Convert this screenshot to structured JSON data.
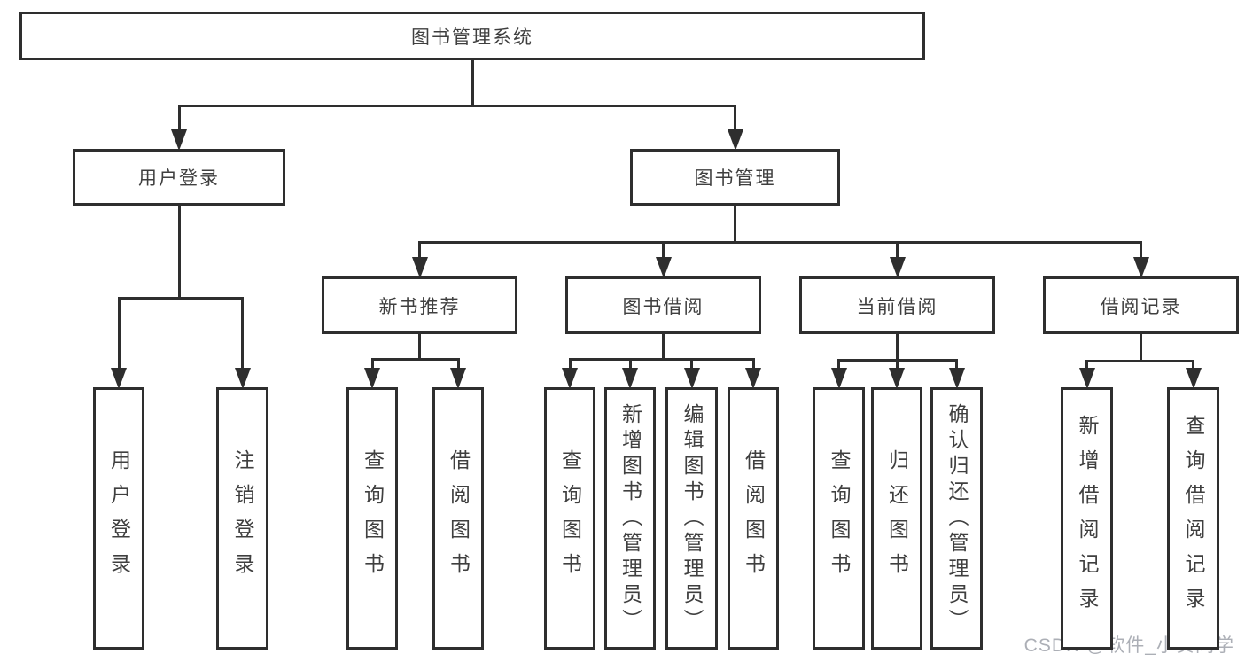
{
  "nodes": {
    "root": {
      "label": "图书管理系统"
    },
    "login": {
      "label": "用户登录"
    },
    "mgmt": {
      "label": "图书管理"
    },
    "nb": {
      "label": "新书推荐"
    },
    "bb": {
      "label": "图书借阅"
    },
    "cb": {
      "label": "当前借阅"
    },
    "bh": {
      "label": "借阅记录"
    },
    "user_login": {
      "label": "用户登录"
    },
    "logout": {
      "label": "注销登录"
    },
    "nb_query": {
      "label": "查询图书"
    },
    "nb_borrow": {
      "label": "借阅图书"
    },
    "bb_query": {
      "label": "查询图书"
    },
    "bb_add": {
      "label": "新增图书（管理员）"
    },
    "bb_edit": {
      "label": "编辑图书（管理员）"
    },
    "bb_borrow": {
      "label": "借阅图书"
    },
    "cb_query": {
      "label": "查询图书"
    },
    "cb_return": {
      "label": "归还图书"
    },
    "cb_confirm": {
      "label": "确认归还（管理员）"
    },
    "bh_add": {
      "label": "新增借阅记录"
    },
    "bh_query": {
      "label": "查询借阅记录"
    }
  },
  "edges": [
    {
      "from": "root",
      "to": [
        "login",
        "mgmt"
      ]
    },
    {
      "from": "login",
      "to": [
        "user_login",
        "logout"
      ]
    },
    {
      "from": "mgmt",
      "to": [
        "nb",
        "bb",
        "cb",
        "bh"
      ]
    },
    {
      "from": "nb",
      "to": [
        "nb_query",
        "nb_borrow"
      ]
    },
    {
      "from": "bb",
      "to": [
        "bb_query",
        "bb_add",
        "bb_edit",
        "bb_borrow"
      ]
    },
    {
      "from": "cb",
      "to": [
        "cb_query",
        "cb_return",
        "cb_confirm"
      ]
    },
    {
      "from": "bh",
      "to": [
        "bh_add",
        "bh_query"
      ]
    }
  ],
  "colors": {
    "line": "#2e2e2e",
    "text": "#3f3f3f",
    "background": "#ffffff",
    "watermark": "#a8abb2"
  },
  "watermark": {
    "text": "CSDN @软件_小贺同学"
  }
}
